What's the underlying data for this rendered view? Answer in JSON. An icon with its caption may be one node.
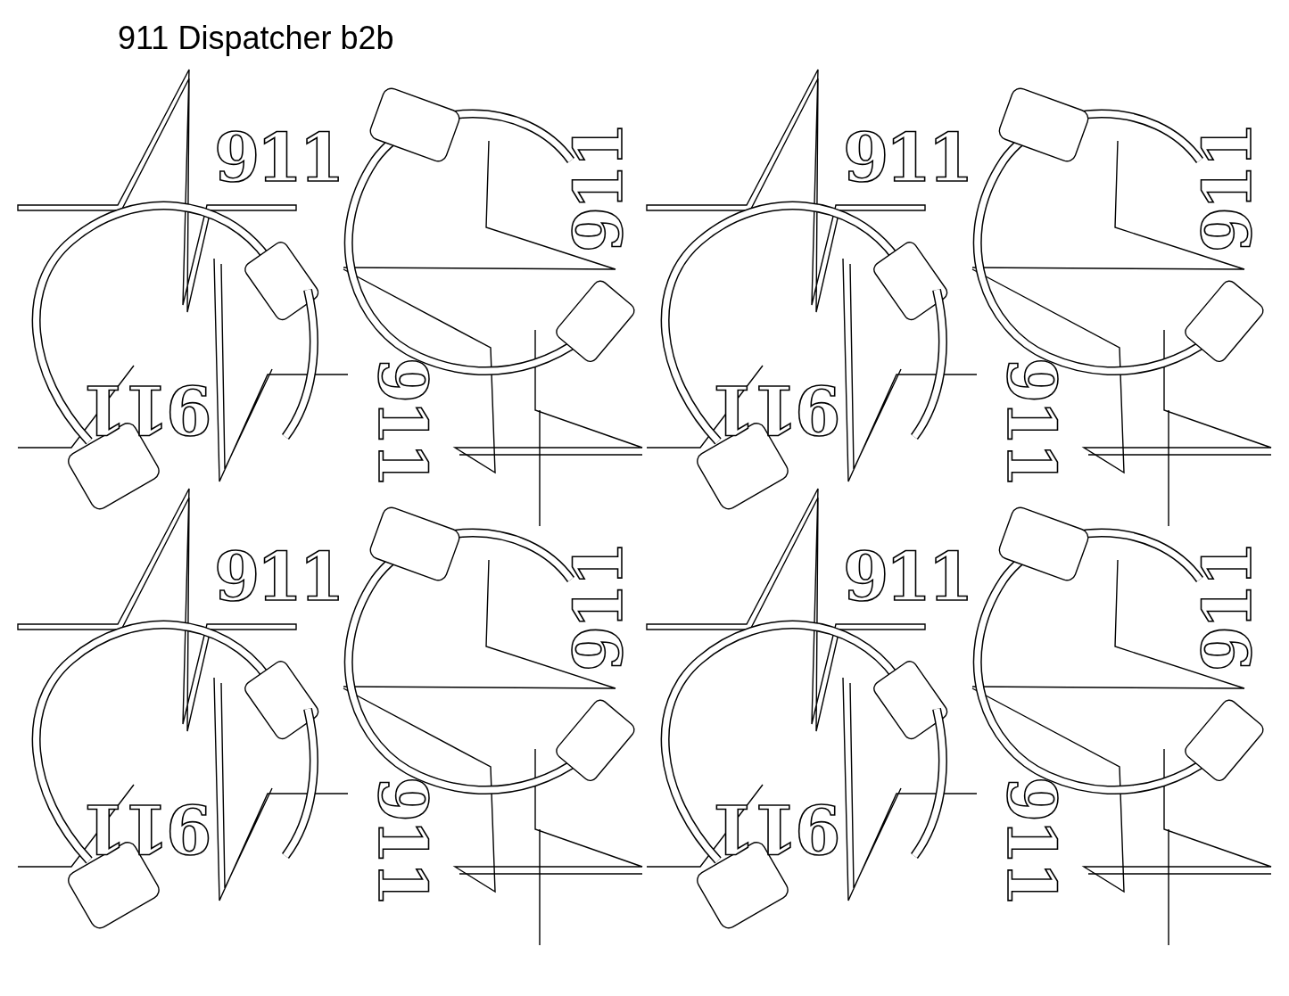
{
  "diagram": {
    "title": "911 Dispatcher b2b",
    "labels": [
      "911",
      "911",
      "911",
      "911",
      "911",
      "911",
      "911",
      "911",
      "911",
      "911",
      "911",
      "911",
      "911",
      "911",
      "911",
      "911"
    ]
  }
}
